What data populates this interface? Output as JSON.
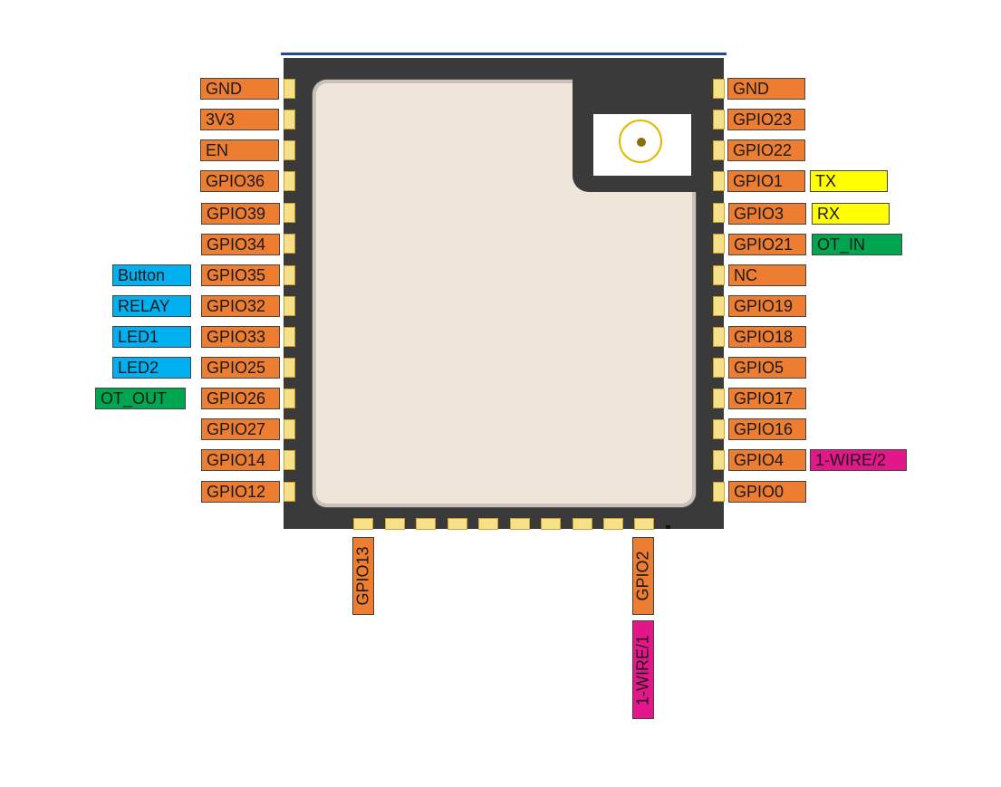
{
  "colors": {
    "gpio": "#ed7d31",
    "uart": "#ffff00",
    "io": "#00b0f0",
    "thermostat": "#00a550",
    "onewire": "#e3178a"
  },
  "left_pins": [
    "GND",
    "3V3",
    "EN",
    "GPIO36",
    "GPIO39",
    "GPIO34",
    "GPIO35",
    "GPIO32",
    "GPIO33",
    "GPIO25",
    "GPIO26",
    "GPIO27",
    "GPIO14",
    "GPIO12"
  ],
  "right_pins": [
    "GND",
    "GPIO23",
    "GPIO22",
    "GPIO1",
    "GPIO3",
    "GPIO21",
    "NC",
    "GPIO19",
    "GPIO18",
    "GPIO5",
    "GPIO17",
    "GPIO16",
    "GPIO4",
    "GPIO0"
  ],
  "bottom_pins": [
    "GPIO13",
    "GPIO2"
  ],
  "functions": {
    "button": "Button",
    "relay": "RELAY",
    "led1": "LED1",
    "led2": "LED2",
    "ot_out": "OT_OUT",
    "tx": "TX",
    "rx": "RX",
    "ot_in": "OT_IN",
    "onewire2": "1-WIRE/2",
    "onewire1": "1-WIRE/1"
  }
}
